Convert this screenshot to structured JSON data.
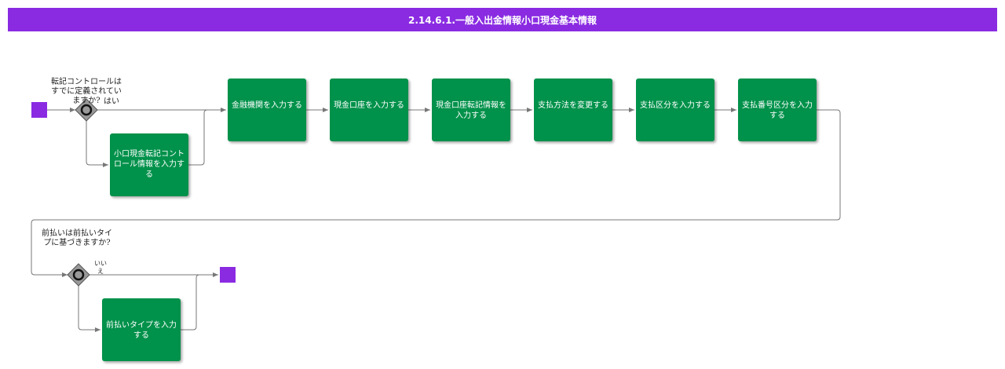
{
  "title": "2.14.6.1.一般入出金情報小口現金基本情報",
  "colors": {
    "title_bg": "#8a2be2",
    "event": "#8a2be2",
    "task": "#00914a",
    "gateway": "#999999",
    "connector": "#777777"
  },
  "gateways": {
    "g1": {
      "question": "転記コントロールはすでに定義されていますか?",
      "yes": "はい"
    },
    "g2": {
      "question": "前払いは前払いタイプに基づきますか?",
      "no": "いいえ"
    }
  },
  "tasks": {
    "t_petty_control": "小口現金転記コントロール情報を入力する",
    "t_financial": "金融機関を入力する",
    "t_cash_account": "現金口座を入力する",
    "t_cash_posting": "現金口座転記情報を入力する",
    "t_payment_method": "支払方法を変更する",
    "t_payment_category": "支払区分を入力する",
    "t_payment_number": "支払番号区分を入力する",
    "t_prepay_type": "前払いタイプを入力する"
  }
}
